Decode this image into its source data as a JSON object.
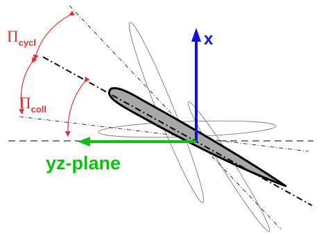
{
  "labels": {
    "pi_cycl_symbol": "Π",
    "pi_cycl_subscript": "cycl",
    "pi_coll_symbol": "Π",
    "pi_coll_subscript": "coll",
    "x_axis": "x",
    "yz_plane": "yz-plane"
  },
  "colors": {
    "angle_label": "#e03030",
    "x_axis": "#1010e0",
    "yz_axis": "#10c010",
    "airfoil_fill": "#a8a8a8",
    "outline": "#000000"
  }
}
